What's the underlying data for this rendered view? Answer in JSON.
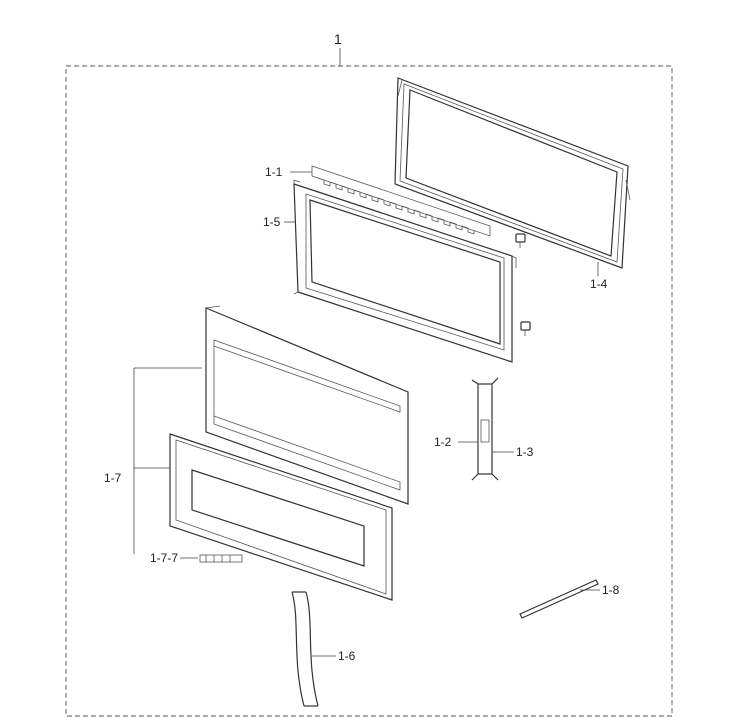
{
  "labels": {
    "assembly": "1",
    "p1_1": "1-1",
    "p1_2": "1-2",
    "p1_3": "1-3",
    "p1_4": "1-4",
    "p1_5": "1-5",
    "p1_6": "1-6",
    "p1_7": "1-7",
    "p1_7_7": "1-7-7",
    "p1_8": "1-8"
  },
  "colors": {
    "line": "#333333",
    "background": "#ffffff"
  }
}
